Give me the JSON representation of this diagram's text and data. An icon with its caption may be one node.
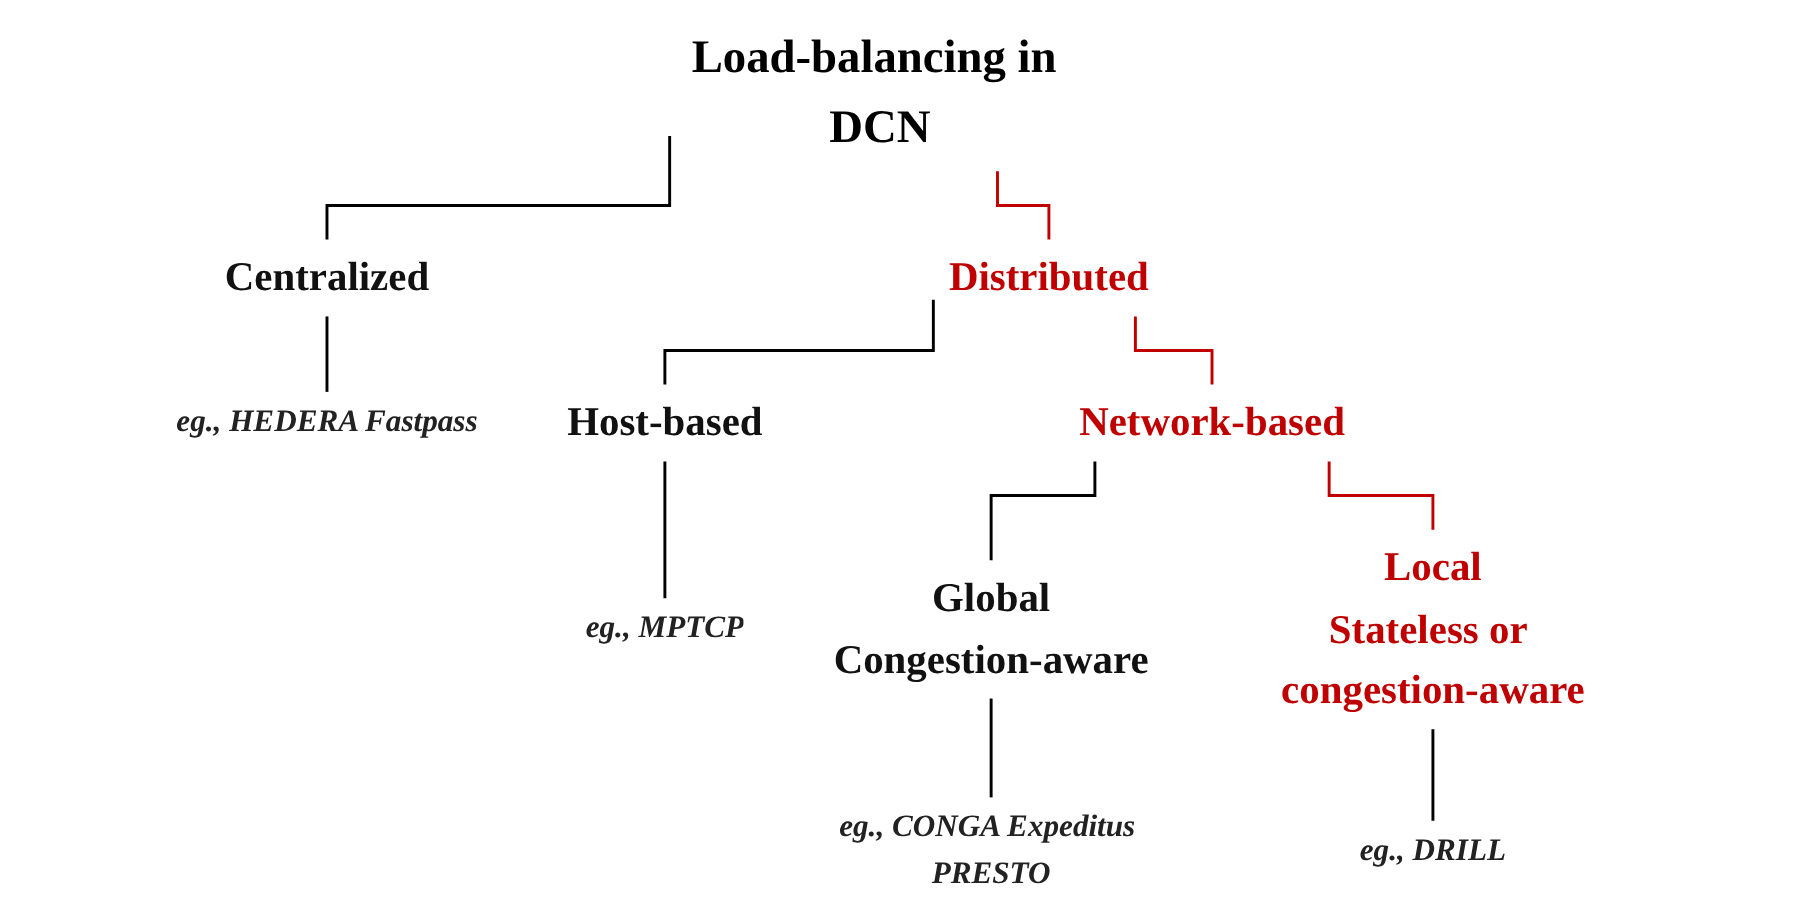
{
  "diagram": {
    "nodes": [
      {
        "text": [
          "Load-balancing in DCN"
        ]
      },
      {
        "text": [
          "Centralized"
        ]
      },
      {
        "text": [
          "Distributed"
        ]
      },
      {
        "text": [
          "eg., HEDERA Fastpass"
        ]
      },
      {
        "text": [
          "Host-based"
        ]
      },
      {
        "text": [
          "Network-based"
        ]
      },
      {
        "text": [
          "eg., MPTCP"
        ]
      },
      {
        "text": [
          "Global",
          "Congestion-aware"
        ]
      },
      {
        "text": [
          "Local",
          "Stateless or congestion-aware"
        ]
      },
      {
        "text": [
          "eg., CONGA Expeditus PRESTO"
        ]
      },
      {
        "text": [
          "eg., DRILL"
        ]
      }
    ],
    "edges": [
      {
        "from": 0,
        "to": 1,
        "arrow": "none"
      },
      {
        "from": 0,
        "to": 2,
        "arrow": "none",
        "color": "#c00000"
      },
      {
        "from": 1,
        "to": 3,
        "arrow": "none"
      },
      {
        "from": 2,
        "to": 4,
        "arrow": "none"
      },
      {
        "from": 2,
        "to": 5,
        "arrow": "none",
        "color": "#c00000"
      },
      {
        "from": 4,
        "to": 6,
        "arrow": "none"
      },
      {
        "from": 5,
        "to": 7,
        "arrow": "none"
      },
      {
        "from": 5,
        "to": 8,
        "arrow": "none",
        "color": "#c00000"
      },
      {
        "from": 7,
        "to": 9,
        "arrow": "none"
      },
      {
        "from": 8,
        "to": 10,
        "arrow": "none"
      }
    ]
  }
}
